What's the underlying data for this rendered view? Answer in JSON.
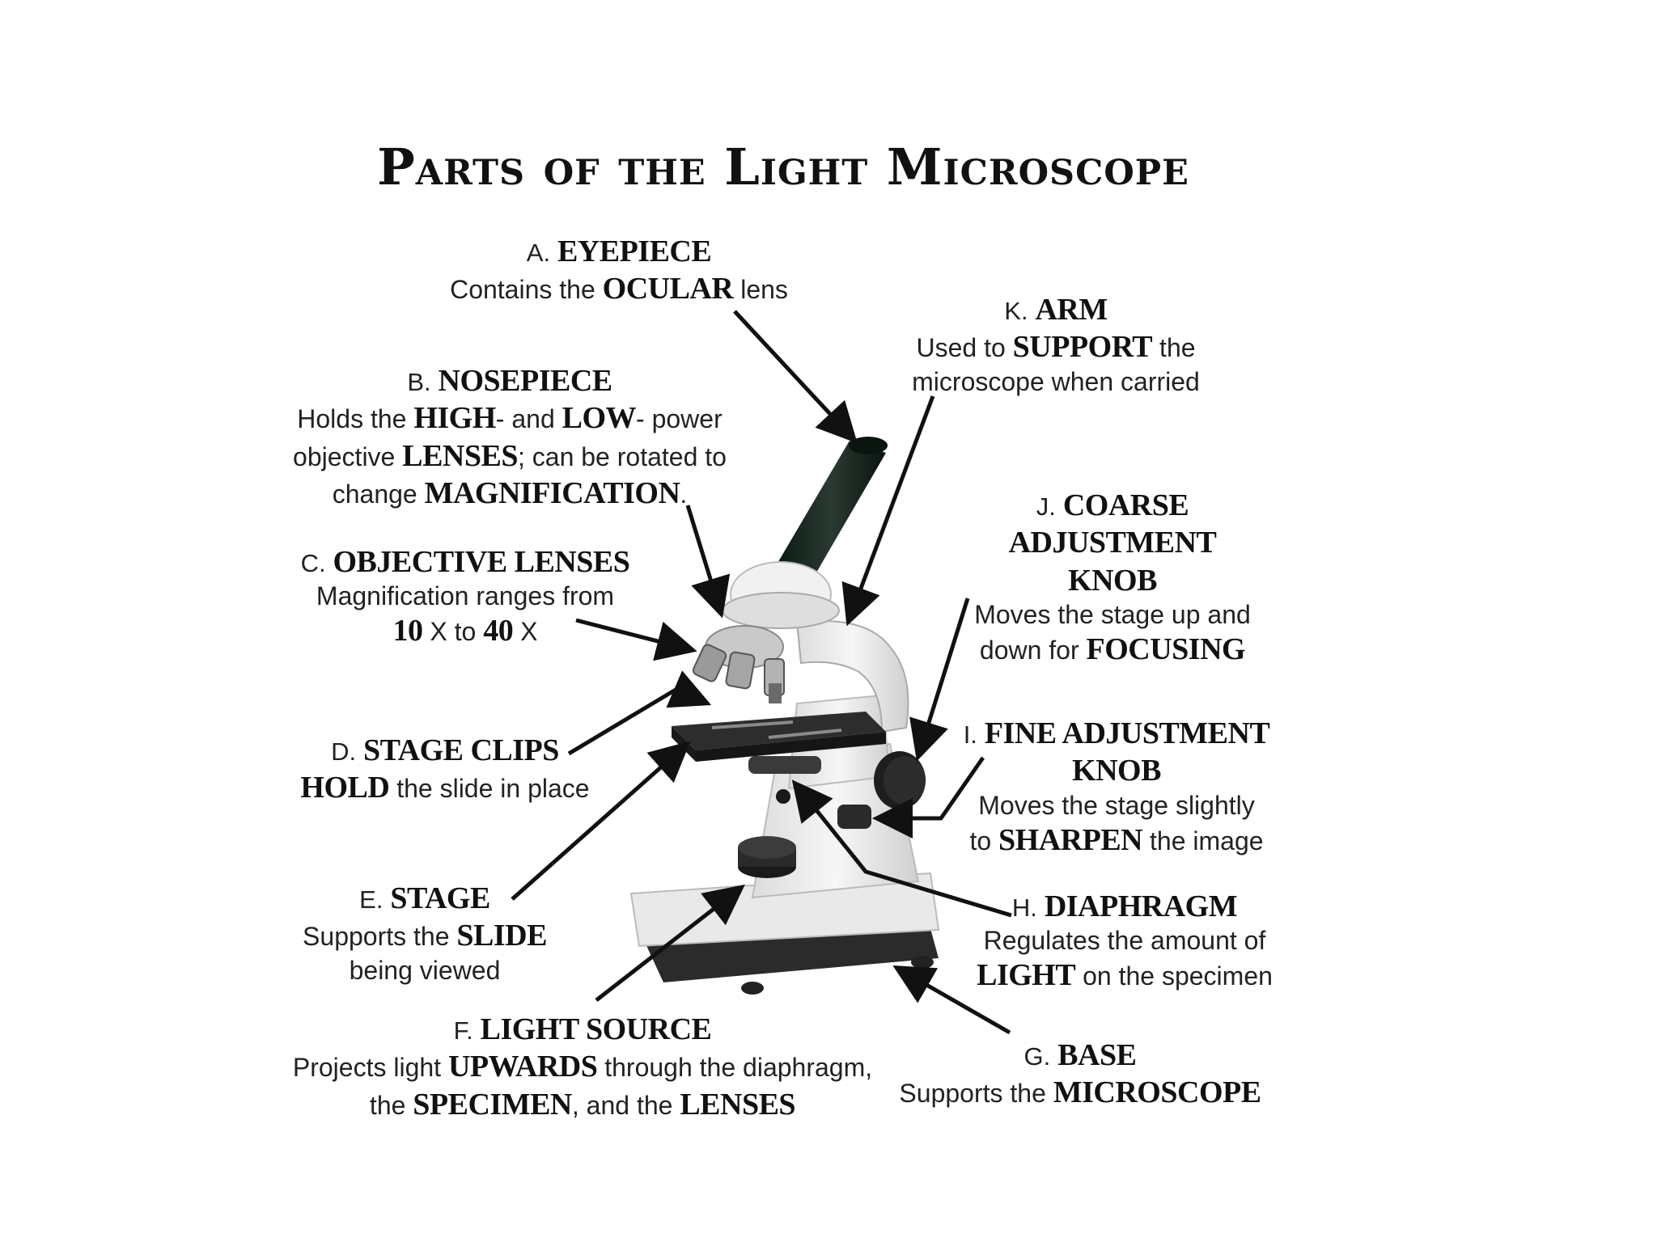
{
  "title": "Parts of the Light Microscope",
  "parts": {
    "eyepiece": {
      "letter": "A.",
      "name": "EYEPIECE",
      "desc": [
        "Contains the ",
        "OCULAR",
        " lens"
      ]
    },
    "nosepiece": {
      "letter": "B.",
      "name": "NOSEPIECE",
      "line1": [
        "Holds the ",
        "HIGH",
        "- and ",
        "LOW",
        "- power"
      ],
      "line2": [
        "objective ",
        "LENSES",
        ";  can be rotated to"
      ],
      "line3": [
        "change ",
        "MAGNIFICATION",
        "."
      ]
    },
    "objective": {
      "letter": "C.",
      "name": "OBJECTIVE LENSES",
      "line1": "Magnification ranges from",
      "line2": [
        "10",
        " X to ",
        "40",
        " X"
      ]
    },
    "stage_clips": {
      "letter": "D.",
      "name": "STAGE CLIPS",
      "desc": [
        "HOLD",
        " the slide in place"
      ]
    },
    "stage": {
      "letter": "E.",
      "name": "STAGE",
      "line1": [
        "Supports the ",
        "SLIDE"
      ],
      "line2": "being viewed"
    },
    "light_source": {
      "letter": "F.",
      "name": "LIGHT SOURCE",
      "line1": [
        "Projects light ",
        "UPWARDS",
        " through the diaphragm,"
      ],
      "line2": [
        "the ",
        "SPECIMEN",
        ", and the ",
        "LENSES"
      ]
    },
    "base": {
      "letter": "G.",
      "name": "BASE",
      "desc": [
        "Supports the ",
        "MICROSCOPE"
      ]
    },
    "diaphragm": {
      "letter": "H.",
      "name": "DIAPHRAGM",
      "line1": "Regulates the amount of",
      "line2": [
        "LIGHT",
        " on the specimen"
      ]
    },
    "fine": {
      "letter": "I.",
      "name": "FINE ADJUSTMENT",
      "name2": "KNOB",
      "line1": "Moves the stage slightly",
      "line2": [
        "to ",
        "SHARPEN",
        " the image"
      ]
    },
    "coarse": {
      "letter": "J.",
      "name": "COARSE ADJUSTMENT",
      "name2": "KNOB",
      "line1": "Moves the stage up and",
      "line2": [
        "down for ",
        "FOCUSING"
      ]
    },
    "arm": {
      "letter": "K.",
      "name": "ARM",
      "line1": [
        "Used to ",
        "SUPPORT",
        " the"
      ],
      "line2": "microscope when carried"
    }
  }
}
